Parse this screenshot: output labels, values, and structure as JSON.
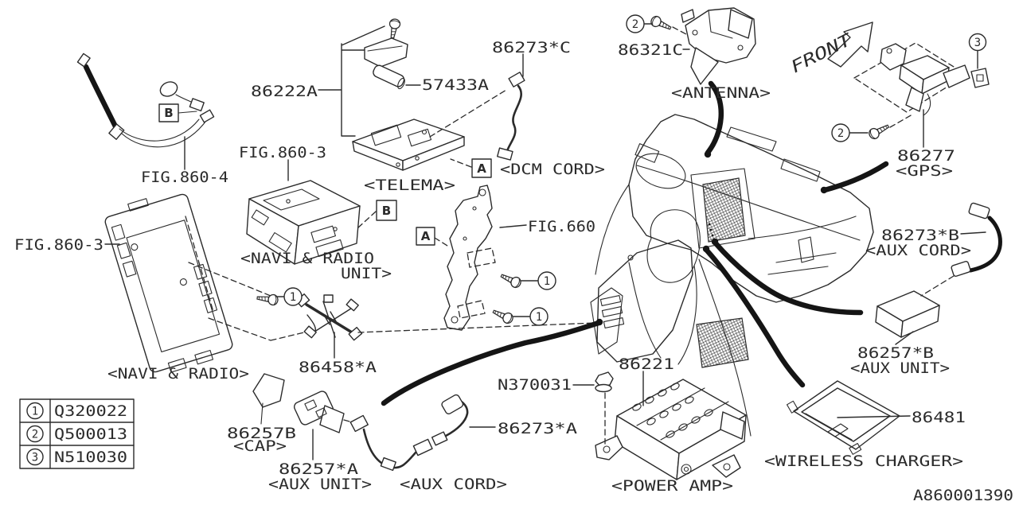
{
  "diagram": {
    "drawing_code": "A860001390",
    "direction_label": "FRONT",
    "figure_refs": {
      "fig860_4": "FIG.860-4",
      "fig860_3": "FIG.860-3",
      "fig660": "FIG.660"
    },
    "part_numbers": {
      "p86222A": "86222A",
      "p57433A": "57433A",
      "p86273C": "86273*C",
      "p86321C": "86321C",
      "p86277": "86277",
      "p86273B": "86273*B",
      "p86458A": "86458*A",
      "p86257Bs": "86257*B",
      "p86221": "86221",
      "pN370031": "N370031",
      "p86273A": "86273*A",
      "p86257B": "86257B",
      "p86257A": "86257*A",
      "p86481": "86481"
    },
    "captions": {
      "antenna": "<ANTENNA>",
      "gps": "<GPS>",
      "dcm_cord": "<DCM CORD>",
      "telema": "<TELEMA>",
      "navi_radio_unit_1": "<NAVI & RADIO",
      "navi_radio_unit_2": "UNIT>",
      "navi_radio": "<NAVI & RADIO>",
      "aux_cord": "<AUX CORD>",
      "aux_unit": "<AUX UNIT>",
      "cap": "<CAP>",
      "power_amp": "<POWER AMP>",
      "wireless_charger": "<WIRELESS CHARGER>"
    },
    "boxed_letters": {
      "a": "A",
      "b": "B"
    },
    "legend": {
      "rows": [
        {
          "num": "1",
          "code": "Q320022"
        },
        {
          "num": "2",
          "code": "Q500013"
        },
        {
          "num": "3",
          "code": "N510030"
        }
      ]
    },
    "colors": {
      "ink": "#2b2b2b",
      "cable": "#151515",
      "background": "#ffffff"
    }
  }
}
